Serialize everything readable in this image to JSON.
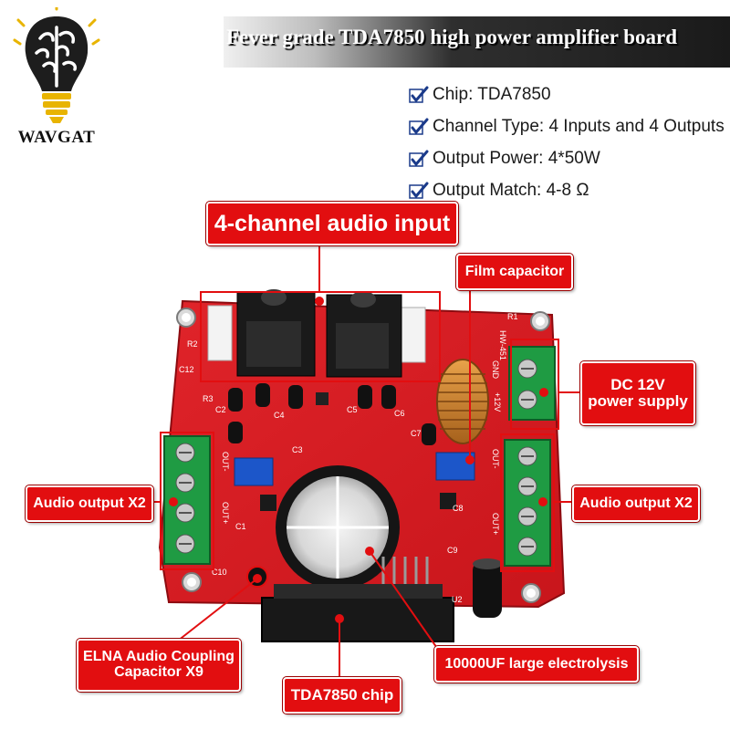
{
  "brand": {
    "name": "WAVGAT"
  },
  "title": "Fever grade TDA7850 high power amplifier board",
  "specs": [
    {
      "label": "Chip: TDA7850"
    },
    {
      "label": "Channel Type: 4 Inputs and 4 Outputs"
    },
    {
      "label": "Output Power: 4*50W"
    },
    {
      "label": "Output Match: 4-8 Ω"
    }
  ],
  "callouts": {
    "audio_input": "4-channel audio input",
    "film_capacitor": "Film capacitor",
    "dc_power_line1": "DC 12V",
    "dc_power_line2": "power supply",
    "audio_output_left": "Audio output X2",
    "audio_output_right": "Audio output X2",
    "elna_line1": "ELNA Audio Coupling",
    "elna_line2": "Capacitor X9",
    "chip_label": "TDA7850 chip",
    "electrolysis": "10000UF large electrolysis"
  },
  "board_silkscreen": {
    "gnd": "GND",
    "hw": "HW-451",
    "v12": "+12V",
    "out_minus": "OUT-",
    "out_plus": "OUT+",
    "c1": "C1",
    "c2": "C2",
    "c3": "C3",
    "c4": "C4",
    "c5": "C5",
    "c6": "C6",
    "c7": "C7",
    "c8": "C8",
    "c9": "C9",
    "c10": "C10",
    "c12": "C12",
    "r1": "R1",
    "r2": "R2",
    "r3": "R3",
    "u2": "U2"
  },
  "colors": {
    "accent_red": "#e20e10",
    "board_red": "#d81a1e",
    "terminal_green": "#1f9b43",
    "trimmer_blue": "#1c56c9"
  }
}
